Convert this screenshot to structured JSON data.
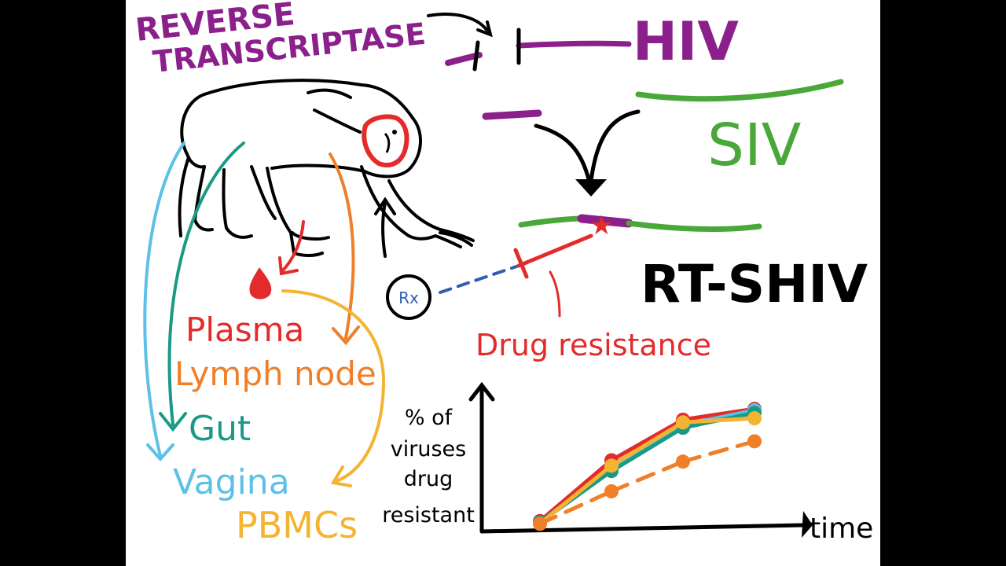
{
  "labels": {
    "reverse_transcriptase_line1": "REVERSE",
    "reverse_transcriptase_line2": "TRANSCRIPTASE",
    "hiv": "HIV",
    "siv": "SIV",
    "rt_shiv": "RT-SHIV",
    "drug_resistance": "Drug resistance",
    "rx": "Rx"
  },
  "tissues": [
    {
      "label": "Plasma",
      "color": "#e32b2b"
    },
    {
      "label": "Lymph node",
      "color": "#f07f2a"
    },
    {
      "label": "Gut",
      "color": "#1a9a86"
    },
    {
      "label": "Vagina",
      "color": "#5cc1e6"
    },
    {
      "label": "PBMCs",
      "color": "#f4b431"
    }
  ],
  "colors": {
    "hiv": "#8b1f8b",
    "siv": "#4aa83a",
    "red": "#e32b2b",
    "rx_blue": "#2f5fb3",
    "ink": "#000000"
  },
  "icons": [
    "monkey-drawing",
    "blood-drop-icon",
    "mutation-star-icon",
    "rx-pill-icon"
  ],
  "chart_data": {
    "type": "line",
    "xlabel": "time",
    "ylabel": "% of viruses drug resistant",
    "x": [
      0,
      1,
      2,
      3
    ],
    "series": [
      {
        "color": "#e32b2b",
        "values": [
          0.03,
          0.48,
          0.78,
          0.86
        ]
      },
      {
        "color": "#5cc1e6",
        "values": [
          0.02,
          0.42,
          0.74,
          0.85
        ]
      },
      {
        "color": "#1a9a86",
        "values": [
          0.02,
          0.4,
          0.72,
          0.83
        ]
      },
      {
        "color": "#f4b431",
        "values": [
          0.01,
          0.44,
          0.76,
          0.79
        ]
      },
      {
        "color": "#f07f2a",
        "values": [
          0.01,
          0.25,
          0.47,
          0.62
        ]
      }
    ],
    "ylim": [
      0,
      1
    ],
    "grid": false
  }
}
